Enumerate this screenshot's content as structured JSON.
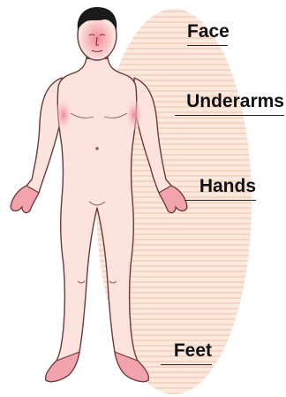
{
  "labels": {
    "face": "Face",
    "underarms": "Underarms",
    "hands": "Hands",
    "feet": "Feet"
  },
  "colors": {
    "skin": "#fde3de",
    "highlight": "#f09aa6",
    "outline": "#6b3a3a",
    "hair": "#1a1a1a",
    "oval": "#fbe7da",
    "oval_stripe": "#f6d6c6",
    "text": "#111111"
  }
}
